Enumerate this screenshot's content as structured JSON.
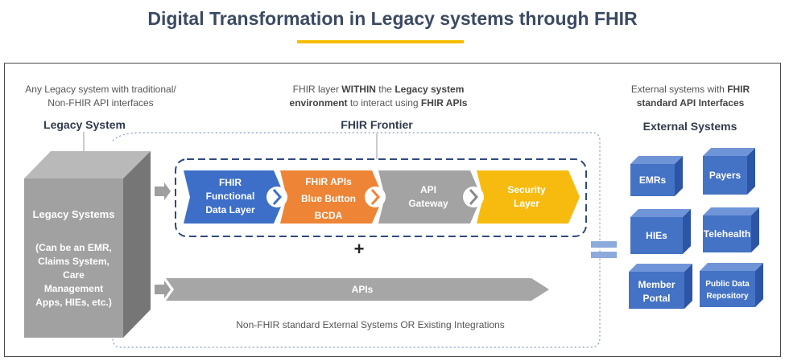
{
  "title": "Digital Transformation in Legacy systems through FHIR",
  "legacy": {
    "note_line1": "Any Legacy system with traditional/",
    "note_line2": "Non-FHIR API interfaces",
    "heading": "Legacy System",
    "box_title": "Legacy Systems",
    "box_desc": [
      "(Can be an EMR,",
      "Claims System,",
      "Care",
      "Management",
      "Apps, HIEs, etc.)"
    ]
  },
  "fhir": {
    "note_line1_pre": "FHIR layer ",
    "note_line1_b1": "WITHIN",
    "note_line1_mid": " the ",
    "note_line1_b2": "Legacy system",
    "note_line2_b1": "environment",
    "note_line2_mid": " to interact using ",
    "note_line2_b2": "FHIR APIs",
    "heading": "FHIR Frontier",
    "steps": [
      {
        "lines": [
          "FHIR",
          "Functional",
          "Data Layer"
        ],
        "color": "#3d6fc9"
      },
      {
        "lines": [
          "FHIR APIs",
          "Blue Button",
          "BCDA"
        ],
        "color": "#ee8435"
      },
      {
        "lines": [
          "API",
          "Gateway"
        ],
        "color": "#a3a3a3"
      },
      {
        "lines": [
          "Security",
          "Layer"
        ],
        "color": "#f7bb10"
      }
    ]
  },
  "plus": "+",
  "apis": {
    "label": "APIs",
    "caption": "Non-FHIR standard  External Systems OR Existing Integrations"
  },
  "external": {
    "note_line1_pre": "External systems with ",
    "note_line1_b": "FHIR",
    "note_line2_b": "standard API Interfaces",
    "heading": "External Systems",
    "systems": [
      {
        "lines": [
          "EMRs"
        ]
      },
      {
        "lines": [
          "Payers"
        ]
      },
      {
        "lines": [
          "HIEs"
        ]
      },
      {
        "lines": [
          "Telehealth"
        ]
      },
      {
        "lines": [
          "Member",
          "Portal"
        ]
      },
      {
        "lines": [
          "Public Data",
          "Repository"
        ]
      }
    ]
  },
  "colors": {
    "title": "#3b4a63",
    "accent_underline": "#f5bd00",
    "cube_blue": "#4472c4",
    "dashed_border": "#2e4a7d",
    "gray_arrow": "#a6a6a6"
  }
}
